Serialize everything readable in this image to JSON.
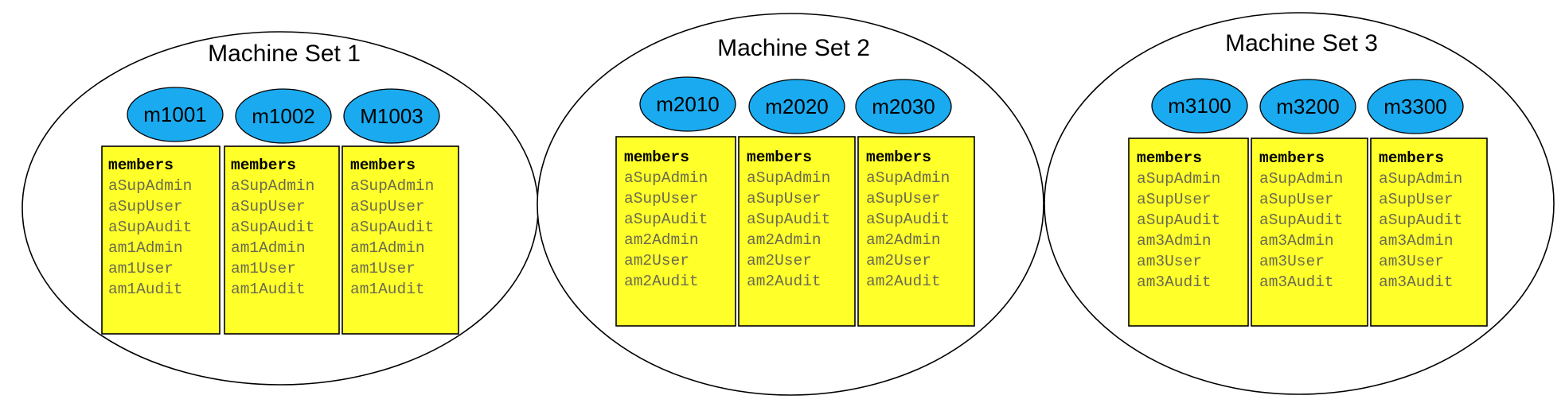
{
  "sets": [
    {
      "title": "Machine Set 1",
      "machines": [
        {
          "name": "m1001",
          "box": {
            "header": "members",
            "members": [
              "aSupAdmin",
              "aSupUser",
              "aSupAudit",
              "am1Admin",
              "am1User",
              "am1Audit"
            ]
          }
        },
        {
          "name": "m1002",
          "box": {
            "header": "members",
            "members": [
              "aSupAdmin",
              "aSupUser",
              "aSupAudit",
              "am1Admin",
              "am1User",
              "am1Audit"
            ]
          }
        },
        {
          "name": "M1003",
          "box": {
            "header": "members",
            "members": [
              "aSupAdmin",
              "aSupUser",
              "aSupAudit",
              "am1Admin",
              "am1User",
              "am1Audit"
            ]
          }
        }
      ]
    },
    {
      "title": "Machine Set 2",
      "machines": [
        {
          "name": "m2010",
          "box": {
            "header": "members",
            "members": [
              "aSupAdmin",
              "aSupUser",
              "aSupAudit",
              "am2Admin",
              "am2User",
              "am2Audit"
            ]
          }
        },
        {
          "name": "m2020",
          "box": {
            "header": "members",
            "members": [
              "aSupAdmin",
              "aSupUser",
              "aSupAudit",
              "am2Admin",
              "am2User",
              "am2Audit"
            ]
          }
        },
        {
          "name": "m2030",
          "box": {
            "header": "members",
            "members": [
              "aSupAdmin",
              "aSupUser",
              "aSupAudit",
              "am2Admin",
              "am2User",
              "am2Audit"
            ]
          }
        }
      ]
    },
    {
      "title": "Machine Set 3",
      "machines": [
        {
          "name": "m3100",
          "box": {
            "header": "members",
            "members": [
              "aSupAdmin",
              "aSupUser",
              "aSupAudit",
              "am3Admin",
              "am3User",
              "am3Audit"
            ]
          }
        },
        {
          "name": "m3200",
          "box": {
            "header": "members",
            "members": [
              "aSupAdmin",
              "aSupUser",
              "aSupAudit",
              "am3Admin",
              "am3User",
              "am3Audit"
            ]
          }
        },
        {
          "name": "m3300",
          "box": {
            "header": "members",
            "members": [
              "aSupAdmin",
              "aSupUser",
              "aSupAudit",
              "am3Admin",
              "am3User",
              "am3Audit"
            ]
          }
        }
      ]
    }
  ],
  "colors": {
    "machine_fill": "#1aaaf0",
    "box_fill": "#ffff2a",
    "member_text": "#6b6b50"
  }
}
